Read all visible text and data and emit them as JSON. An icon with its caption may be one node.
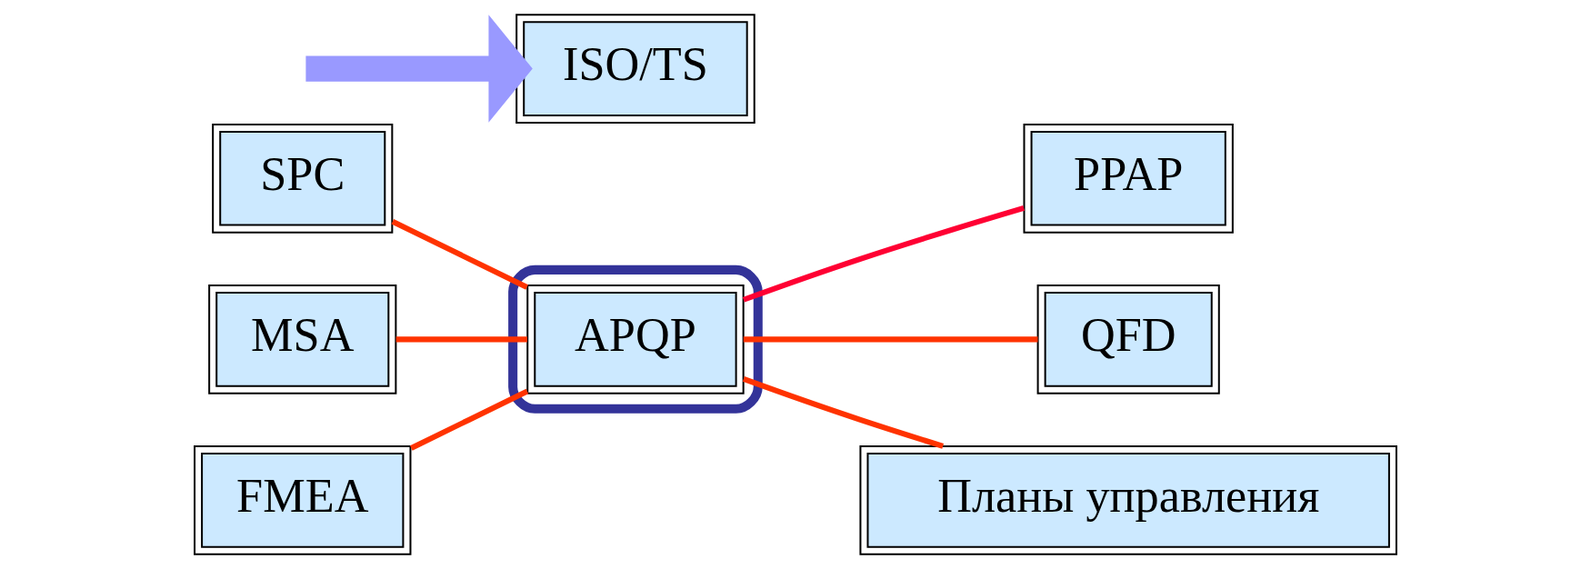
{
  "diagram": {
    "nodes": [
      {
        "text": [
          "SPC"
        ]
      },
      {
        "text": [
          "MSA"
        ]
      },
      {
        "text": [
          "FMEA"
        ]
      },
      {
        "text": [],
        "shape": "ellipse"
      },
      {
        "text": [
          "APQP"
        ],
        "in": 3
      },
      {
        "text": [
          "PPAP"
        ]
      },
      {
        "text": [
          "ISO/TS"
        ]
      },
      {
        "text": [
          "QFD"
        ]
      },
      {
        "text": [
          "Планы управления"
        ]
      }
    ],
    "edges": [
      {
        "from": null,
        "to": 6,
        "arrow": "to",
        "style": "thick",
        "color": "#9999ff"
      },
      {
        "from": 0,
        "to": 4,
        "arrow": "none"
      },
      {
        "from": 1,
        "to": 4,
        "arrow": "none"
      },
      {
        "from": 2,
        "to": 4,
        "arrow": "none"
      },
      {
        "from": 4,
        "to": 5,
        "arrow": "none",
        "color": "#ff0033"
      },
      {
        "from": 4,
        "to": 8,
        "arrow": "none"
      },
      {
        "from": 4,
        "to": 7,
        "arrow": "none"
      }
    ]
  }
}
